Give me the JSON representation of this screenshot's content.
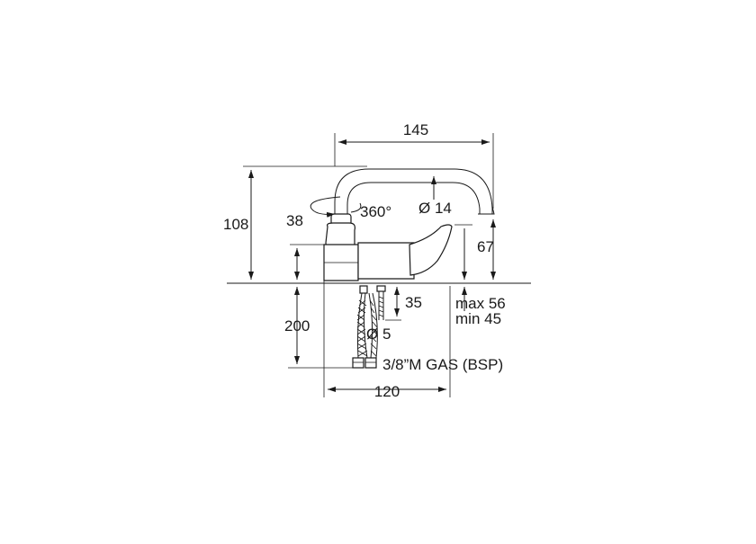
{
  "dimensions": {
    "spout_reach": "145",
    "total_height": "108",
    "swivel_height": "38",
    "rotation": "360°",
    "spout_diameter": "Ø 14",
    "handle_height": "67",
    "thread_length": "35",
    "hose_length": "200",
    "stud_diameter": "Ø 5",
    "thickness_max": "max 56",
    "thickness_min": "min 45",
    "connection": "3/8”M GAS (BSP)",
    "base_width": "120"
  }
}
